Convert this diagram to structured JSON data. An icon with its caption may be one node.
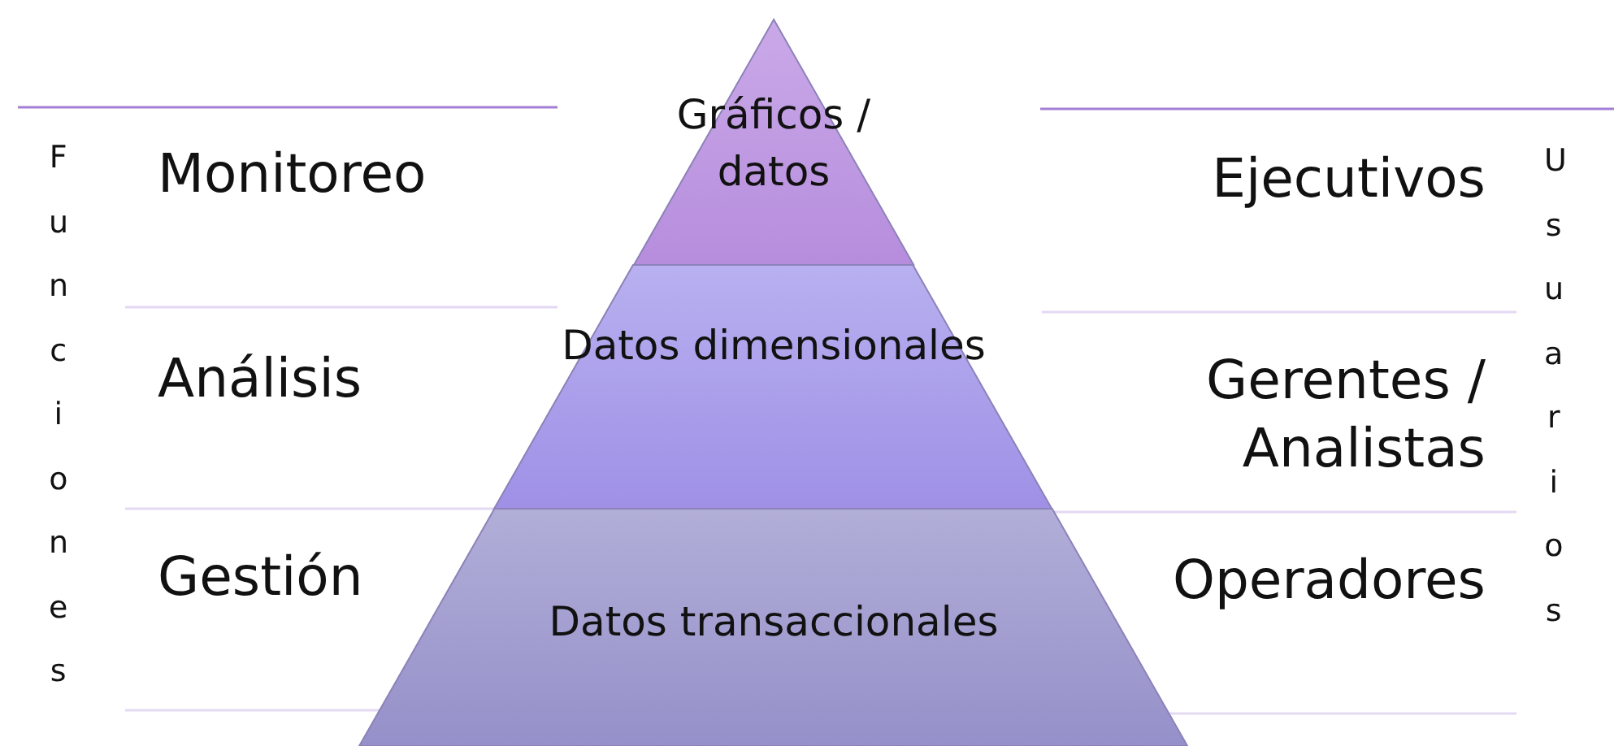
{
  "diagram": {
    "nodes": [
      {
        "text": [
          "Gráficos / datos"
        ]
      },
      {
        "text": [
          "Datos dimensionales"
        ]
      },
      {
        "text": [
          "Datos transaccionales"
        ]
      }
    ],
    "labels": [
      "Funciones",
      "Monitoreo",
      "Análisis",
      "Gestión",
      "Ejecutivos",
      "Gerentes / Analistas",
      "Operadores",
      "Usuarios"
    ]
  }
}
